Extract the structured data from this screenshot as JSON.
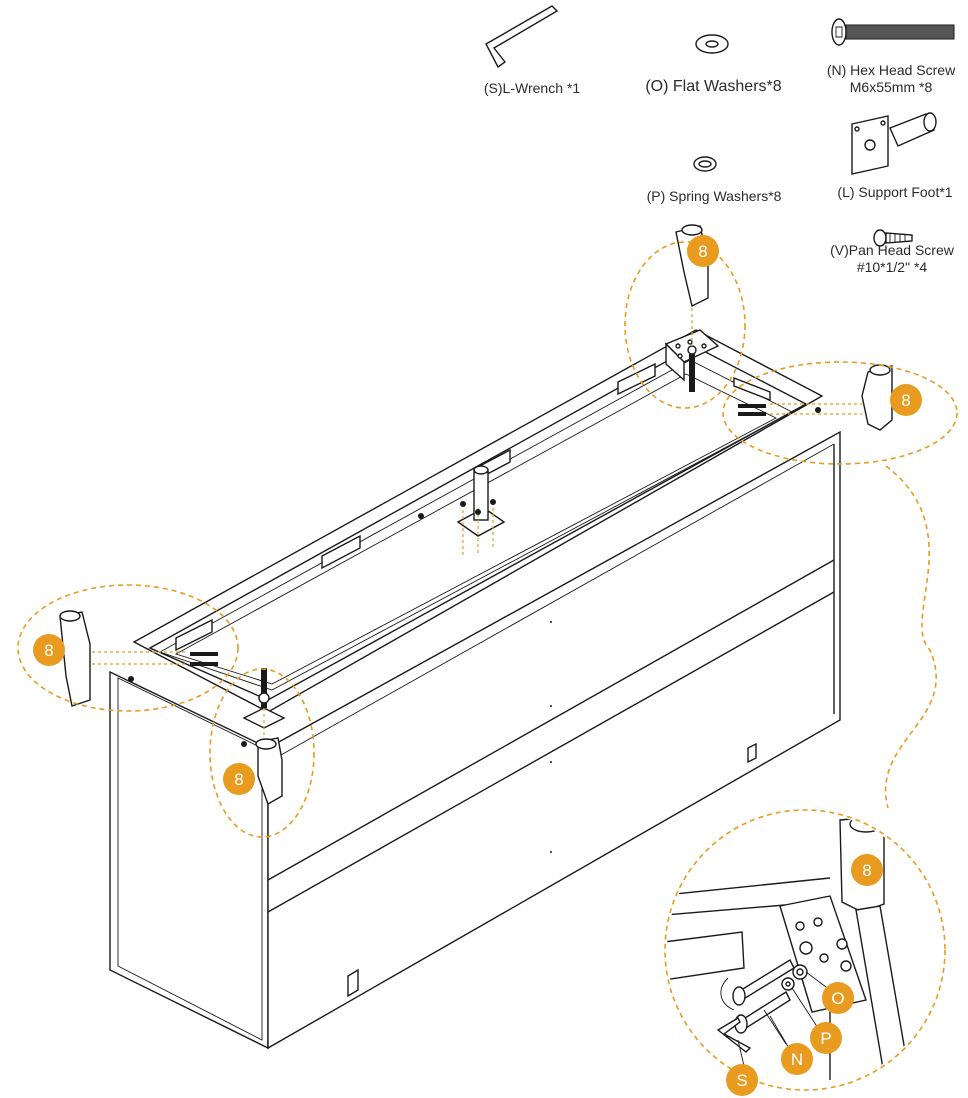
{
  "parts": [
    {
      "id": "S",
      "label_lines": [
        "(S)L-Wrench *1"
      ],
      "icon": "l-wrench-icon"
    },
    {
      "id": "O",
      "label_lines": [
        "(O) Flat Washers*8"
      ],
      "icon": "flat-washer-icon"
    },
    {
      "id": "N",
      "label_lines": [
        "(N) Hex Head Screw",
        "M6x55mm *8"
      ],
      "icon": "hex-head-screw-icon"
    },
    {
      "id": "P",
      "label_lines": [
        "(P) Spring Washers*8"
      ],
      "icon": "spring-washer-icon"
    },
    {
      "id": "L",
      "label_lines": [
        "(L) Support Foot*1"
      ],
      "icon": "support-foot-icon"
    },
    {
      "id": "V",
      "label_lines": [
        "(V)Pan Head Screw",
        "#10*1/2\" *4"
      ],
      "icon": "pan-head-screw-icon"
    }
  ],
  "callouts": {
    "leg_count": "8",
    "detail_badges": [
      "8",
      "O",
      "P",
      "N",
      "S"
    ]
  },
  "colors": {
    "accent": "#e89b1f",
    "line": "#1a1a1a",
    "label": "#2b2b2b"
  }
}
